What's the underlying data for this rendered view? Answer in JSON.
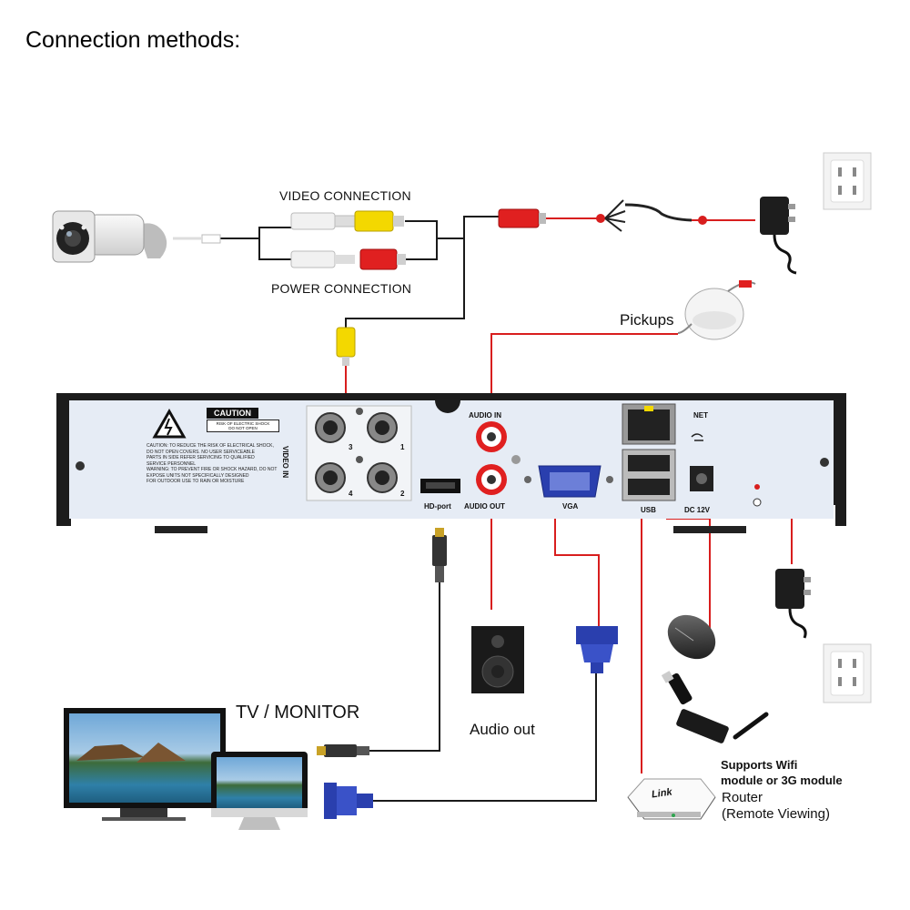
{
  "title": "Connection methods:",
  "labels": {
    "video_connection": "VIDEO CONNECTION",
    "power_connection": "POWER CONNECTION",
    "pickups": "Pickups",
    "tv_monitor": "TV / MONITOR",
    "audio_out": "Audio out",
    "wifi_module": "Supports Wifi\nmodule or 3G module",
    "router": "Router\n(Remote Viewing)"
  },
  "dvr_ports": {
    "audio_in": "AUDIO IN",
    "audio_out": "AUDIO OUT",
    "hd_port": "HD-port",
    "vga": "VGA",
    "net": "NET",
    "usb": "USB",
    "dc": "DC 12V",
    "video_in": "VIDEO IN",
    "bnc_numbers": [
      "3",
      "1",
      "4",
      "2"
    ]
  },
  "caution": {
    "heading": "CAUTION",
    "subheading": "RISK OF ELECTRIC SHOCK\nDO NOT OPEN",
    "text": "CAUTION: TO REDUCE THE RISK OF ELECTRICAL SHOCK,\nDO NOT OPEN COVERS. NO USER SERVICEABLE\nPARTS IN SIDE REFER SERVICING TO QUALIFIED\nSERVICE PERSONNEL\nWARNING: TO PREVENT FIRE OR SHOCK HAZARD, DO NOT\nEXPOSE UNITS NOT SPECIFICALLY DESIGNED\nFOR OUTDOOR USE TO RAIN OR MOISTURE"
  },
  "router_brand": "Link",
  "colors": {
    "red_wire": "#d81e1e",
    "black_wire": "#1a1a1a",
    "dvr_panel": "#e6ecf5",
    "dvr_frame": "#1c1c1c",
    "rca_yellow": "#f3d800",
    "rca_red": "#e02020",
    "vga_blue": "#2a3fae"
  },
  "icons": [
    "bullet-camera-icon",
    "power-splitter-icon",
    "power-adapter-icon",
    "wall-outlet-icon",
    "microphone-pickup-icon",
    "speaker-icon",
    "vga-connector-icon",
    "hdmi-connector-icon",
    "mouse-icon",
    "usb-stick-icon",
    "wifi-dongle-icon",
    "router-icon",
    "tv-monitor-icon",
    "laptop-monitor-icon"
  ]
}
